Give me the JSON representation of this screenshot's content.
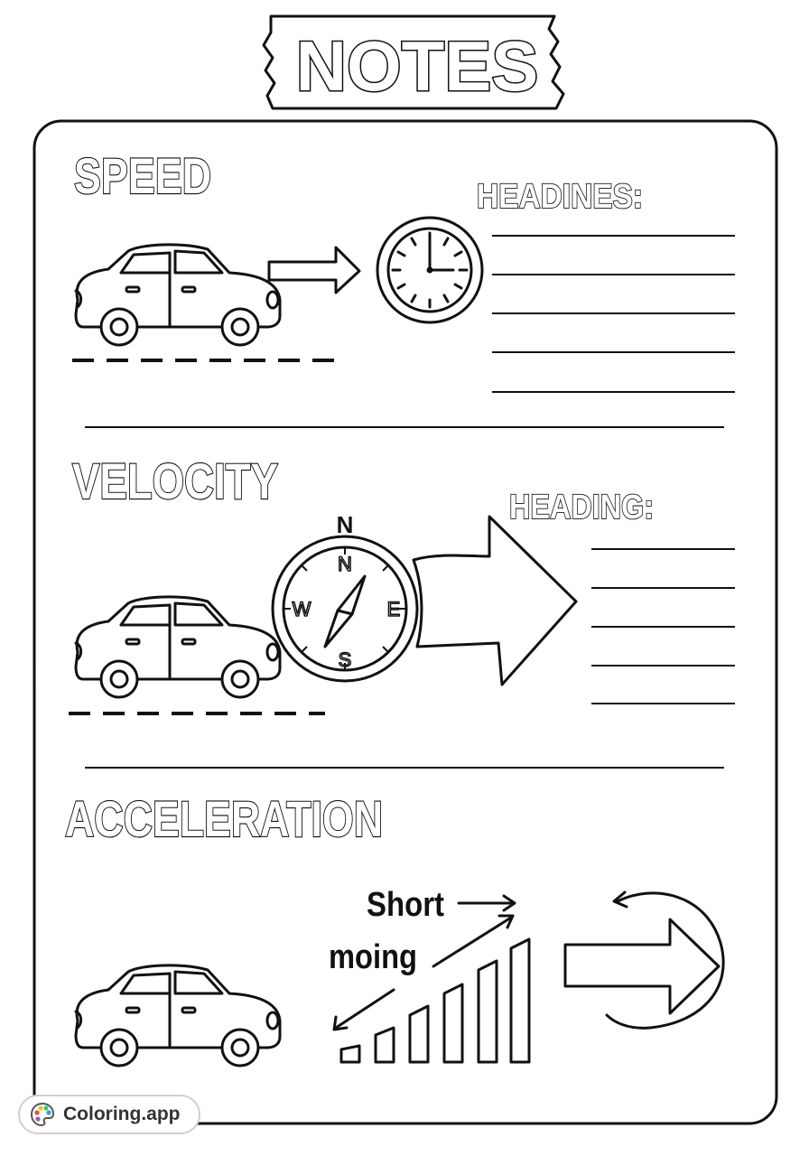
{
  "banner": {
    "title": "NOTES"
  },
  "sections": {
    "speed": {
      "title": "SPEED",
      "heading_label": "HEADINES:"
    },
    "velocity": {
      "title": "VELOCITY",
      "heading_label": "HEADING:",
      "compass": {
        "outer_n": "N",
        "n": "N",
        "e": "E",
        "s": "S",
        "w": "W"
      }
    },
    "acceleration": {
      "title": "ACCELERATION",
      "label_line1": "Short",
      "label_line2": "moing"
    }
  },
  "watermark": {
    "text": "Coloring.app"
  },
  "colors": {
    "ink": "#111111",
    "paper": "#ffffff",
    "badge_border": "#cfcfcf"
  }
}
